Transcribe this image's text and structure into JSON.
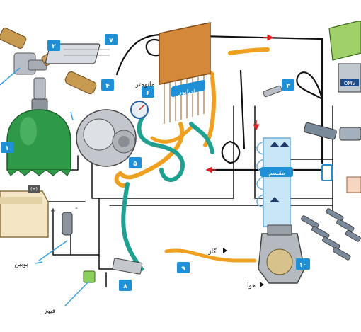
{
  "colors": {
    "badge": "#1f8fd6",
    "hose_orange": "#f0a020",
    "hose_teal": "#20a090",
    "wire": "#111111",
    "callout": "#3aa0e0",
    "tank": "#2e9a48",
    "intake": "#c9e6f7",
    "arrow": "#e02020"
  },
  "icons": [
    "reducer-icon",
    "tank-icon",
    "radiator-icon",
    "ecu-icon",
    "battery-icon",
    "coil-icon",
    "fuse-icon",
    "injector-icon",
    "throttle-icon",
    "gauge-icon",
    "filter-icon"
  ],
  "badges": [
    {
      "id": "b1",
      "text": "۱"
    },
    {
      "id": "b2",
      "text": "۲"
    },
    {
      "id": "b3",
      "text": "۳"
    },
    {
      "id": "b4",
      "text": "۴"
    },
    {
      "id": "b5",
      "text": "۵"
    },
    {
      "id": "b6",
      "text": "۶"
    },
    {
      "id": "b7",
      "text": "۷"
    },
    {
      "id": "b8",
      "text": "۸"
    },
    {
      "id": "b9",
      "text": "۹"
    },
    {
      "id": "b10",
      "text": "۱۰"
    }
  ],
  "labels": {
    "radiator": "رادیاتور",
    "manometer": "مانومتر",
    "intake": "مقسم",
    "gas": "گاز",
    "air": "هوا",
    "coil": "بوبین",
    "fuse": "فیوز",
    "ecu": "OMV",
    "battery_plus": "+",
    "battery_minus": "-",
    "battery_terminal": "(+)"
  }
}
